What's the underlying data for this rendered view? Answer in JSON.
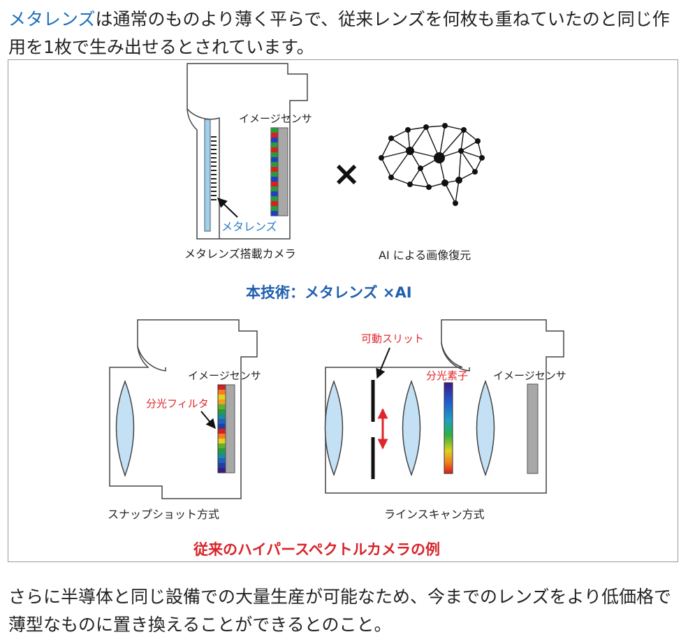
{
  "article": {
    "intro_link": "メタレンズ",
    "intro_rest": "は通常のものより薄く平らで、従来レンズを何枚も重ねていたのと同じ作用を1枚で生み出せるとされています。",
    "outro": "さらに半導体と同じ設備での大量生産が可能なため、今までのレンズをより低価格で薄型なものに置き換えることができるとのこと。"
  },
  "figure": {
    "top": {
      "image_sensor_label": "イメージセンサ",
      "metalens_label": "メタレンズ",
      "camera_caption": "メタレンズ搭載カメラ",
      "times_symbol": "×",
      "ai_caption": "AI による画像復元",
      "heading": "本技術：メタレンズ ×AI"
    },
    "bottom": {
      "snapshot_sensor_label": "イメージセンサ",
      "filter_label": "分光フィルタ",
      "snapshot_caption": "スナップショット方式",
      "slit_label": "可動スリット",
      "prism_label": "分光素子",
      "line_sensor_label": "イメージセンサ",
      "line_caption": "ラインスキャン方式",
      "heading": "従来のハイパースペクトルカメラの例"
    },
    "colors": {
      "blue_heading": "#1f5fb0",
      "red_heading": "#d8232a",
      "lens_fill": "#c3e0f5",
      "sensor_gray": "#a8a8a8"
    }
  }
}
